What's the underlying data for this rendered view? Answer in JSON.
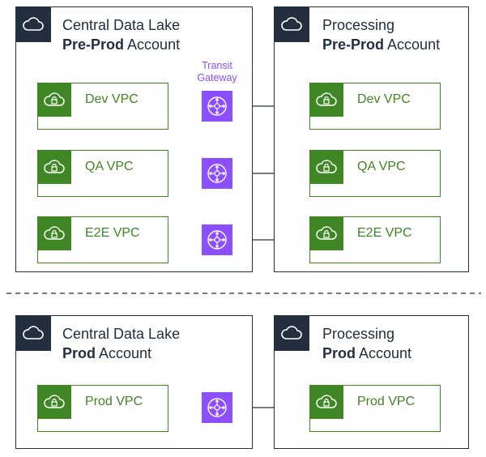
{
  "preprod": {
    "lake": {
      "line1": "Central Data Lake",
      "line2_bold": "Pre-Prod",
      "line2_rest": " Account"
    },
    "processing": {
      "line1": "Processing",
      "line2_bold": "Pre-Prod",
      "line2_rest": " Account"
    },
    "lake_vpcs": [
      "Dev VPC",
      "QA VPC",
      "E2E VPC"
    ],
    "processing_vpcs": [
      "Dev VPC",
      "QA VPC",
      "E2E VPC"
    ],
    "tgw_label": "Transit Gateway"
  },
  "prod": {
    "lake": {
      "line1": "Central Data Lake",
      "line2_bold": "Prod",
      "line2_rest": " Account"
    },
    "processing": {
      "line1": "Processing",
      "line2_bold": "Prod",
      "line2_rest": " Account"
    },
    "lake_vpc": "Prod VPC",
    "processing_vpc": "Prod VPC"
  },
  "icons": {
    "account": "aws-cloud-icon",
    "vpc": "vpc-cloud-lock-icon",
    "gateway": "transit-gateway-icon"
  },
  "colors": {
    "account": "#232f3e",
    "vpc": "#3f8624",
    "gateway": "#8c4fff"
  }
}
